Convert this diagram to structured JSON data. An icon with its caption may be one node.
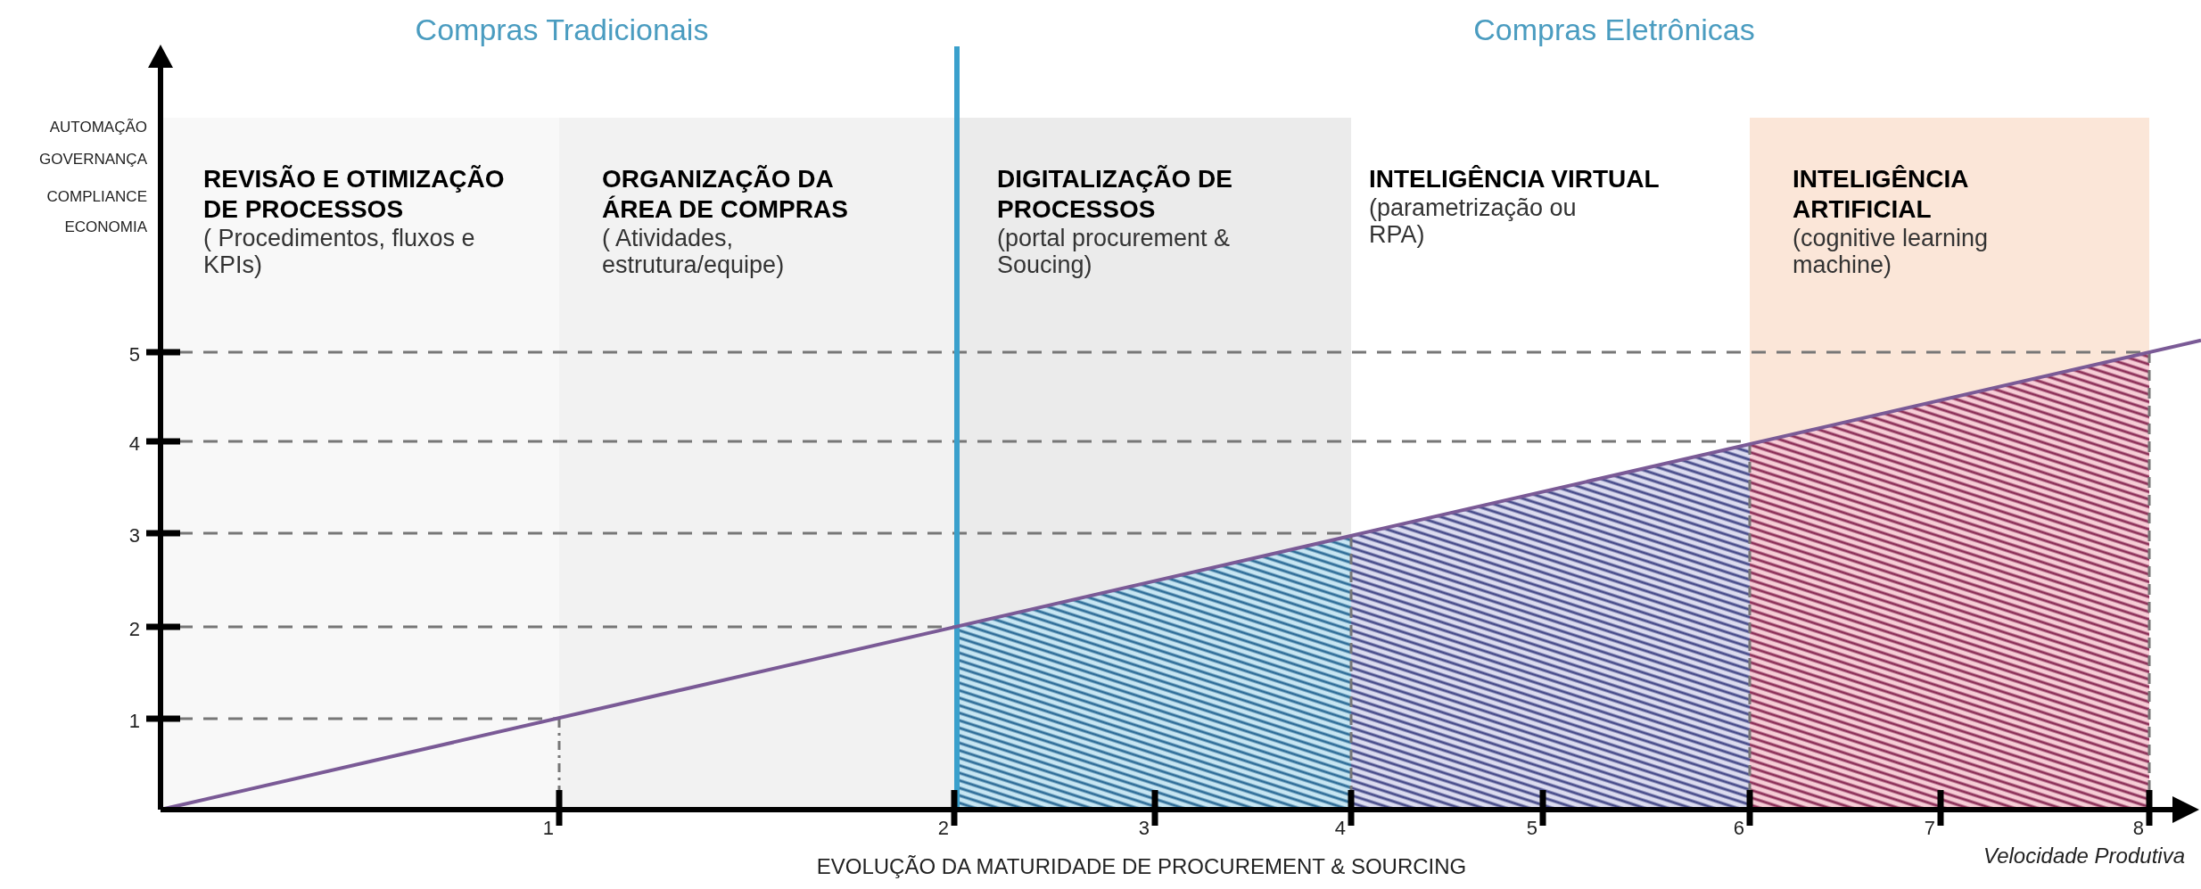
{
  "diagram": {
    "nodes": [
      {
        "text": [
          "REVISÃO E OTIMIZAÇÃO DE PROCESSOS",
          "( Procedimentos, fluxos e KPIs)"
        ]
      },
      {
        "text": [
          "ORGANIZAÇÃO DA ÁREA DE COMPRAS",
          "( Atividades, estrutura/equipe)"
        ]
      },
      {
        "text": [
          "DIGITALIZAÇÃO DE PROCESSOS",
          "(portal procurement & Soucing)"
        ]
      },
      {
        "text": [
          "INTELIGÊNCIA VIRTUAL",
          "(parametrização ou RPA)"
        ]
      },
      {
        "text": [
          "INTELIGÊNCIA ARTIFICIAL",
          "(cognitive learning machine)"
        ]
      }
    ],
    "labels": [
      "Compras Tradicionais",
      "Compras Eletrônicas",
      "AUTOMAÇÃO",
      "GOVERNANÇA",
      "COMPLIANCE",
      "ECONOMIA",
      "5",
      "4",
      "3",
      "2",
      "1",
      "1",
      "2",
      "3",
      "4",
      "5",
      "6",
      "7",
      "8",
      "EVOLUÇÃO DA MATURIDADE DE PROCUREMENT & SOURCING",
      "Velocidade Produtiva"
    ]
  }
}
